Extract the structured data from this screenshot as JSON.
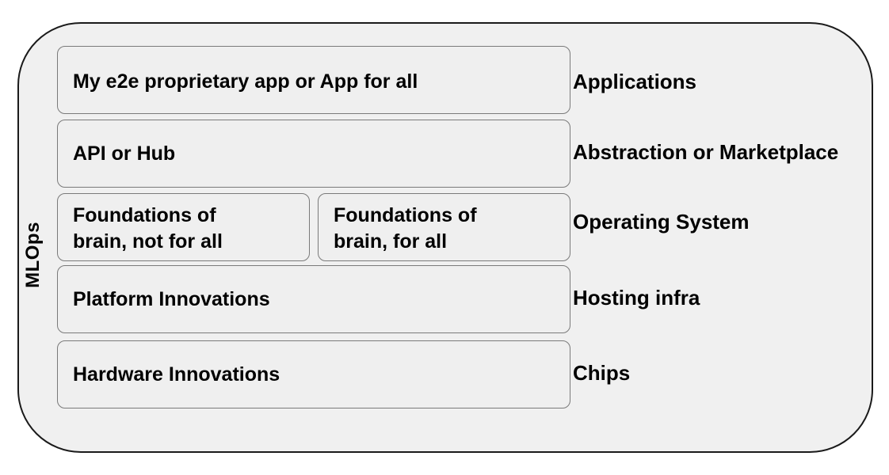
{
  "diagram": {
    "side_label": "MLOps",
    "rows": [
      {
        "boxes": [
          "My e2e proprietary app or App for all"
        ],
        "layer": "Applications"
      },
      {
        "boxes": [
          "API or Hub"
        ],
        "layer": "Abstraction or Marketplace"
      },
      {
        "boxes": [
          "Foundations of\nbrain, not for all",
          "Foundations of\nbrain, for all"
        ],
        "layer": "Operating System"
      },
      {
        "boxes": [
          "Platform Innovations"
        ],
        "layer": "Hosting infra"
      },
      {
        "boxes": [
          "Hardware Innovations"
        ],
        "layer": "Chips"
      }
    ]
  }
}
